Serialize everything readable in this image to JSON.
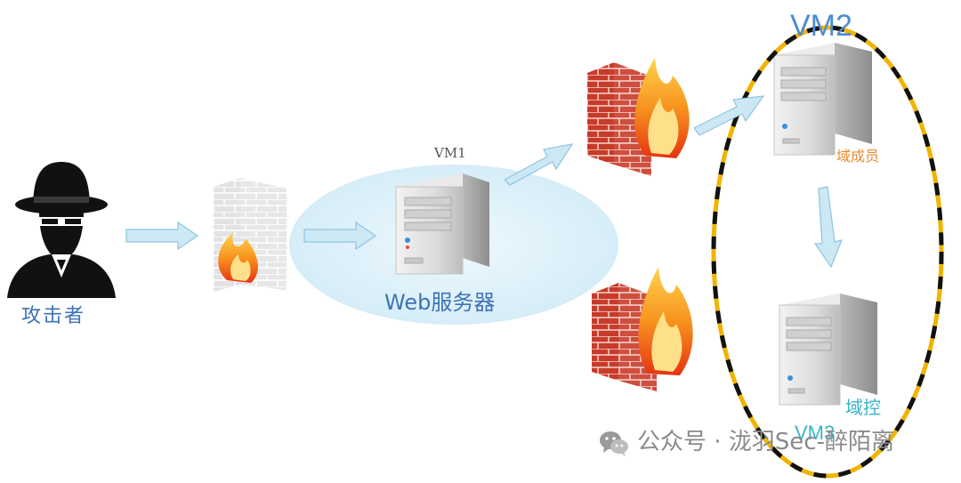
{
  "nodes": {
    "attacker": {
      "label": "攻击者"
    },
    "web_server": {
      "tag": "VM1",
      "label": "Web服务器"
    },
    "domain_member": {
      "tag": "VM2",
      "label": "域成员"
    },
    "domain_controller": {
      "tag": "VM3",
      "label": "域控"
    }
  },
  "watermark": {
    "text": "公众号 · 泷羽Sec-醉陌离",
    "icon": "wechat-icon"
  },
  "colors": {
    "label_blue": "#3d73b5",
    "vm2_blue": "#4b8bd3",
    "member_orange": "#e98a2d",
    "dc_teal": "#37b5c6",
    "arrow_blue": "#a9d4ea",
    "zone_fill": "#dff1fa",
    "boundary_yellow": "#f0b400",
    "boundary_black": "#111111",
    "brick_red": "#c83a2a",
    "fire_orange": "#f26b1d"
  }
}
